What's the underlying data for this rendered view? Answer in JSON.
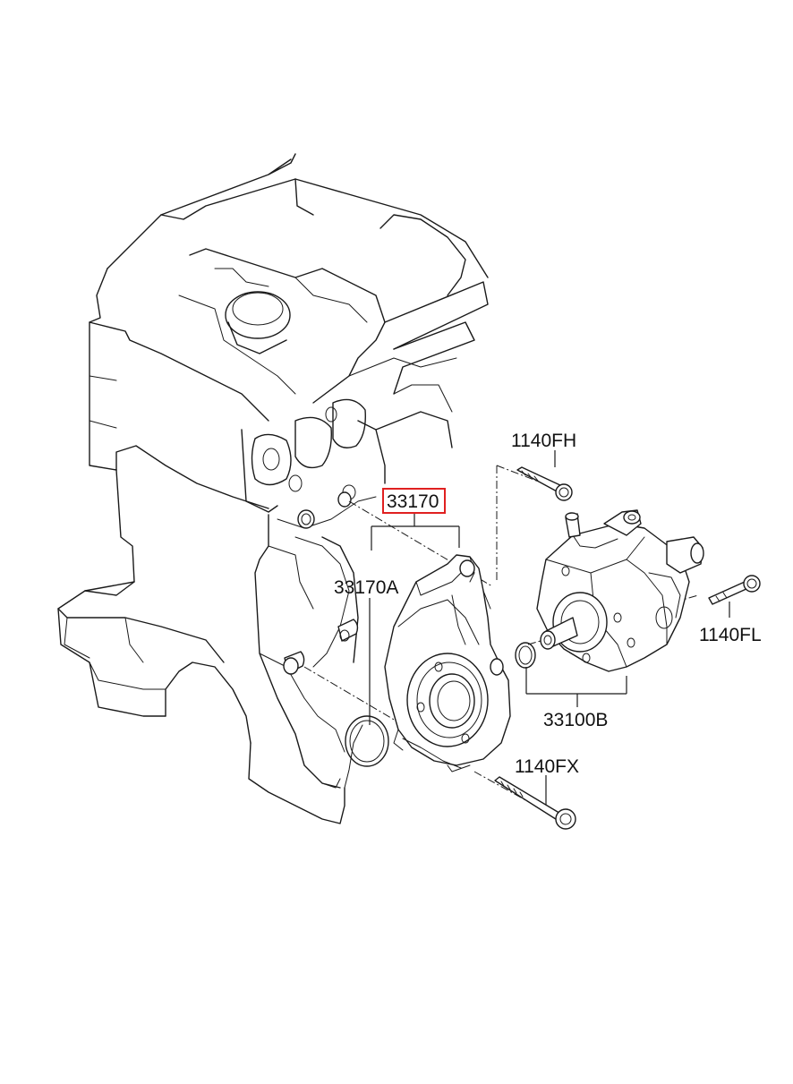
{
  "labels": {
    "p33170": "33170",
    "p33170A": "33170A",
    "p1140FH": "1140FH",
    "p1140FL": "1140FL",
    "p33100B": "33100B",
    "p1140FX": "1140FX"
  },
  "highlight_color": "#e02020"
}
